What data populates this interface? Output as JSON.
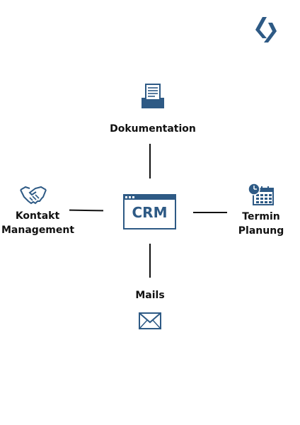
{
  "colors": {
    "accent": "#2e5a85",
    "text": "#111111",
    "line": "#111111"
  },
  "center": {
    "label": "CRM",
    "icon": "crm-window-icon"
  },
  "nodes": {
    "top": {
      "label": "Dokumentation",
      "icon": "document-tray-icon"
    },
    "left": {
      "line1": "Kontakt",
      "line2": "Management",
      "icon": "handshake-icon"
    },
    "right": {
      "line1": "Termin",
      "line2": "Planung",
      "icon": "calendar-clock-icon"
    },
    "bottom": {
      "label": "Mails",
      "icon": "envelope-icon"
    }
  },
  "brand": {
    "icon": "brand-logo-icon"
  }
}
